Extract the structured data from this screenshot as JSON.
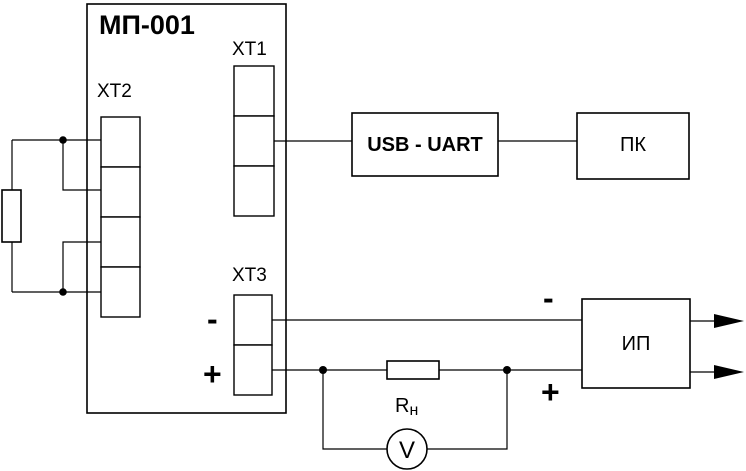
{
  "module": {
    "title": "МП-001",
    "xt1_label": "XT1",
    "xt2_label": "XT2",
    "xt3_label": "XT3",
    "xt3_minus": "-",
    "xt3_plus": "+"
  },
  "blocks": {
    "usb_uart": "USB - UART",
    "pc": "ПК",
    "power_supply": "ИП"
  },
  "power_supply_terminals": {
    "minus": "-",
    "plus": "+"
  },
  "load_resistor": {
    "label_main": "R",
    "label_sub": "н"
  },
  "voltmeter": {
    "symbol": "V"
  }
}
